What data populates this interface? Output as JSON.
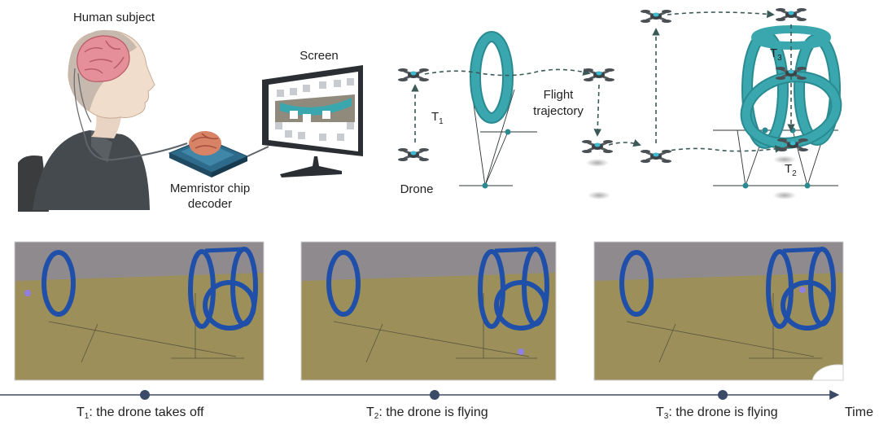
{
  "top": {
    "human_subject": "Human subject",
    "screen": "Screen",
    "chip_line1": "Memristor chip",
    "chip_line2": "decoder",
    "drone": "Drone",
    "trajectory_line1": "Flight",
    "trajectory_line2": "trajectory",
    "t1": {
      "base": "T",
      "sub": "1"
    },
    "t2": {
      "base": "T",
      "sub": "2"
    },
    "t3": {
      "base": "T",
      "sub": "3"
    }
  },
  "timeline": {
    "events": [
      {
        "base": "T",
        "sub": "1",
        "text": ": the drone takes off"
      },
      {
        "base": "T",
        "sub": "2",
        "text": ": the drone is flying"
      },
      {
        "base": "T",
        "sub": "3",
        "text": ": the drone is flying"
      }
    ],
    "axis_label": "Time"
  },
  "colors": {
    "ring": "#3aa7ae",
    "ring_dark": "#2a8a91",
    "photo_ring": "#1f4fa8",
    "carpet": "#9c8f5a",
    "wall": "#8e8a8d",
    "axis": "#3b4a66"
  }
}
